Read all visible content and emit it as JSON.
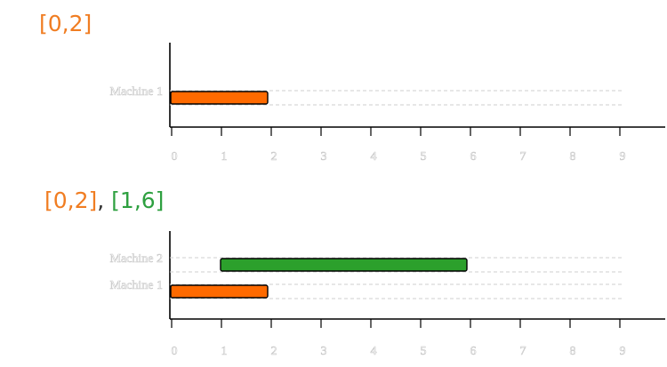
{
  "chart_data": [
    {
      "type": "gantt",
      "title_parts": [
        {
          "text": "[0,2]",
          "color": "#f07d22"
        }
      ],
      "machines": [
        "Machine 1"
      ],
      "bars": [
        {
          "machine": "Machine 1",
          "start": 0,
          "end": 2,
          "color": "#ff6a00"
        }
      ],
      "x_ticks": [
        "0",
        "1",
        "2",
        "3",
        "4",
        "5",
        "6",
        "7",
        "8",
        "9"
      ],
      "xlim": [
        0,
        10
      ],
      "grid": "dashed"
    },
    {
      "type": "gantt",
      "title_parts": [
        {
          "text": "[0,2]",
          "color": "#f07d22"
        },
        {
          "text": ", ",
          "color": "#333333"
        },
        {
          "text": "[1,6]",
          "color": "#2ea040"
        }
      ],
      "machines": [
        "Machine 2",
        "Machine 1"
      ],
      "bars": [
        {
          "machine": "Machine 2",
          "start": 1,
          "end": 6,
          "color": "#2ca02c"
        },
        {
          "machine": "Machine 1",
          "start": 0,
          "end": 2,
          "color": "#ff6a00"
        }
      ],
      "x_ticks": [
        "0",
        "1",
        "2",
        "3",
        "4",
        "5",
        "6",
        "7",
        "8",
        "9"
      ],
      "xlim": [
        0,
        10
      ],
      "grid": "dashed"
    }
  ]
}
